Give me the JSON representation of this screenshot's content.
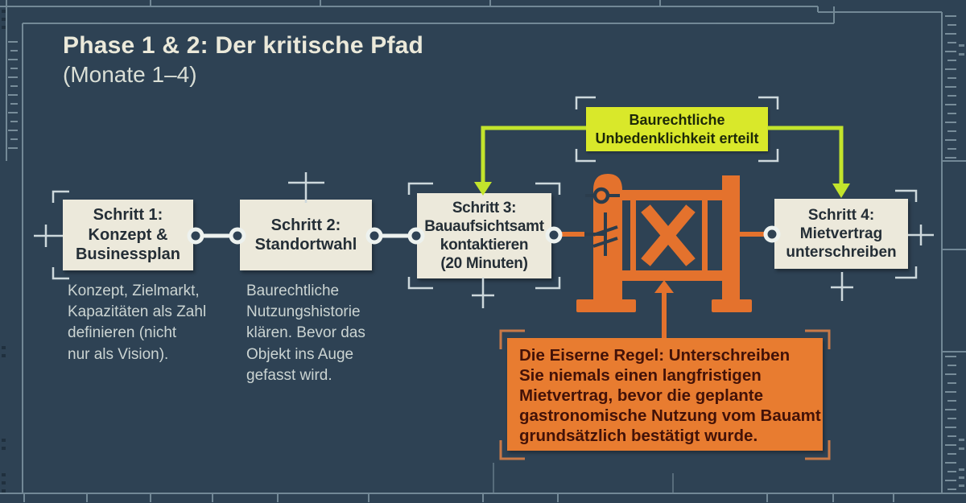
{
  "title": {
    "main": "Phase 1 & 2: Der kritische Pfad",
    "subtitle": "(Monate 1–4)"
  },
  "approval_callout": {
    "line1": "Baurechtliche",
    "line2": "Unbedenklichkeit erteilt"
  },
  "steps": [
    {
      "lines": [
        "Schritt 1:",
        "Konzept &",
        "Businessplan"
      ],
      "caption_lines": [
        "Konzept, Zielmarkt,",
        "Kapazitäten als Zahl",
        "definieren (nicht",
        "nur als Vision)."
      ]
    },
    {
      "lines": [
        "Schritt 2:",
        "Standortwahl"
      ],
      "caption_lines": [
        "Baurechtliche",
        "Nutzungshistorie",
        "klären. Bevor das",
        "Objekt ins Auge",
        "gefasst wird."
      ]
    },
    {
      "lines": [
        "Schritt 3:",
        "Bauaufsichtsamt",
        "kontaktieren",
        "(20 Minuten)"
      ]
    },
    {
      "lines": [
        "Schritt 4:",
        "Mietvertrag",
        "unterschreiben"
      ]
    }
  ],
  "warning_box": {
    "lines": [
      "Die Eiserne Regel: Unterschreiben",
      "Sie niemals einen langfristigen",
      "Mietvertrag, bevor die geplante",
      "gastronomische Nutzung vom Bauamt",
      "grundsätzlich bestätigt wurde."
    ]
  },
  "icons": {
    "blocker": "barrier-gate-icon",
    "approval_arrows": "down-arrow-icon",
    "warning_pointer": "up-arrow-icon"
  },
  "colors": {
    "background": "#2e4254",
    "box_cream": "#ece9db",
    "callout_yellow": "#d9e82a",
    "connector_green": "#c3e42c",
    "barrier_orange": "#e4722d",
    "warning_orange": "#e87c30",
    "warning_text": "#431208",
    "frame_line": "#7f95a2",
    "bracket_light": "#cdd8dc",
    "connector_white": "#edf2ef",
    "caption_text": "#cbd4d2"
  }
}
